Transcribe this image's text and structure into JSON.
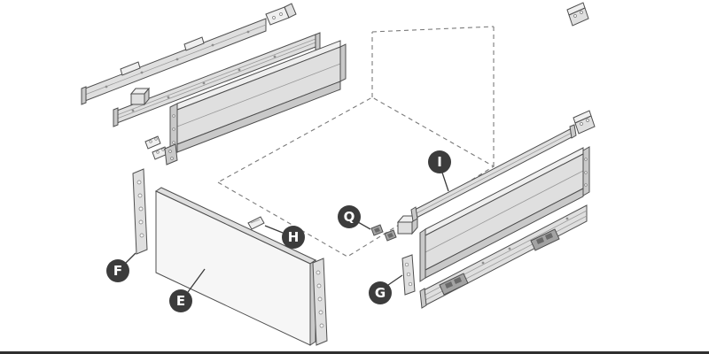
{
  "page": {
    "background": "#ffffff",
    "bottom_rule_color": "#2f2f2f"
  },
  "diagram": {
    "kind": "exploded-assembly-diagram",
    "subject": "drawer-slide-kit",
    "callouts": [
      {
        "letter": "F",
        "target": "front-connector-strip-left"
      },
      {
        "letter": "E",
        "target": "front-panel"
      },
      {
        "letter": "H",
        "target": "cover-cap"
      },
      {
        "letter": "Q",
        "target": "fixing-clips"
      },
      {
        "letter": "G",
        "target": "rear-connector-bracket"
      },
      {
        "letter": "I",
        "target": "gallery-rail"
      }
    ],
    "colors": {
      "badge": "#3c3c3c",
      "badge_text": "#ffffff",
      "part_outline": "#4f4f4f",
      "dashed_outline": "#7a7a7a"
    }
  }
}
